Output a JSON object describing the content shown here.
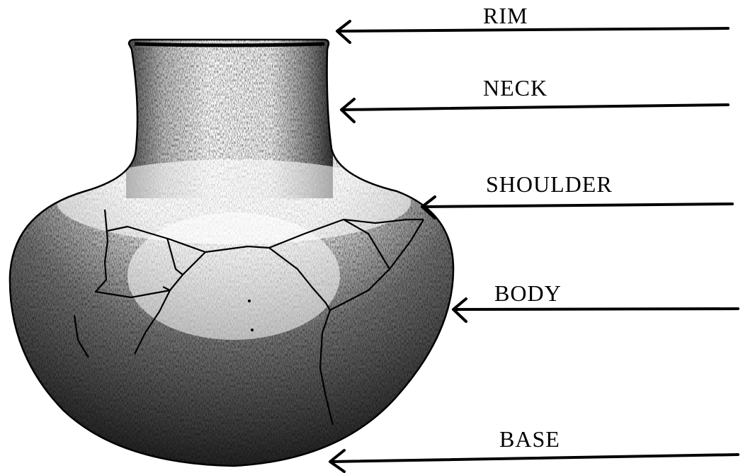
{
  "labels": {
    "rim": "RIM",
    "neck": "NECK",
    "shoulder": "SHOULDER",
    "body": "BODY",
    "base": "BASE"
  },
  "colors": {
    "ink": "#000000",
    "background": "#ffffff"
  }
}
